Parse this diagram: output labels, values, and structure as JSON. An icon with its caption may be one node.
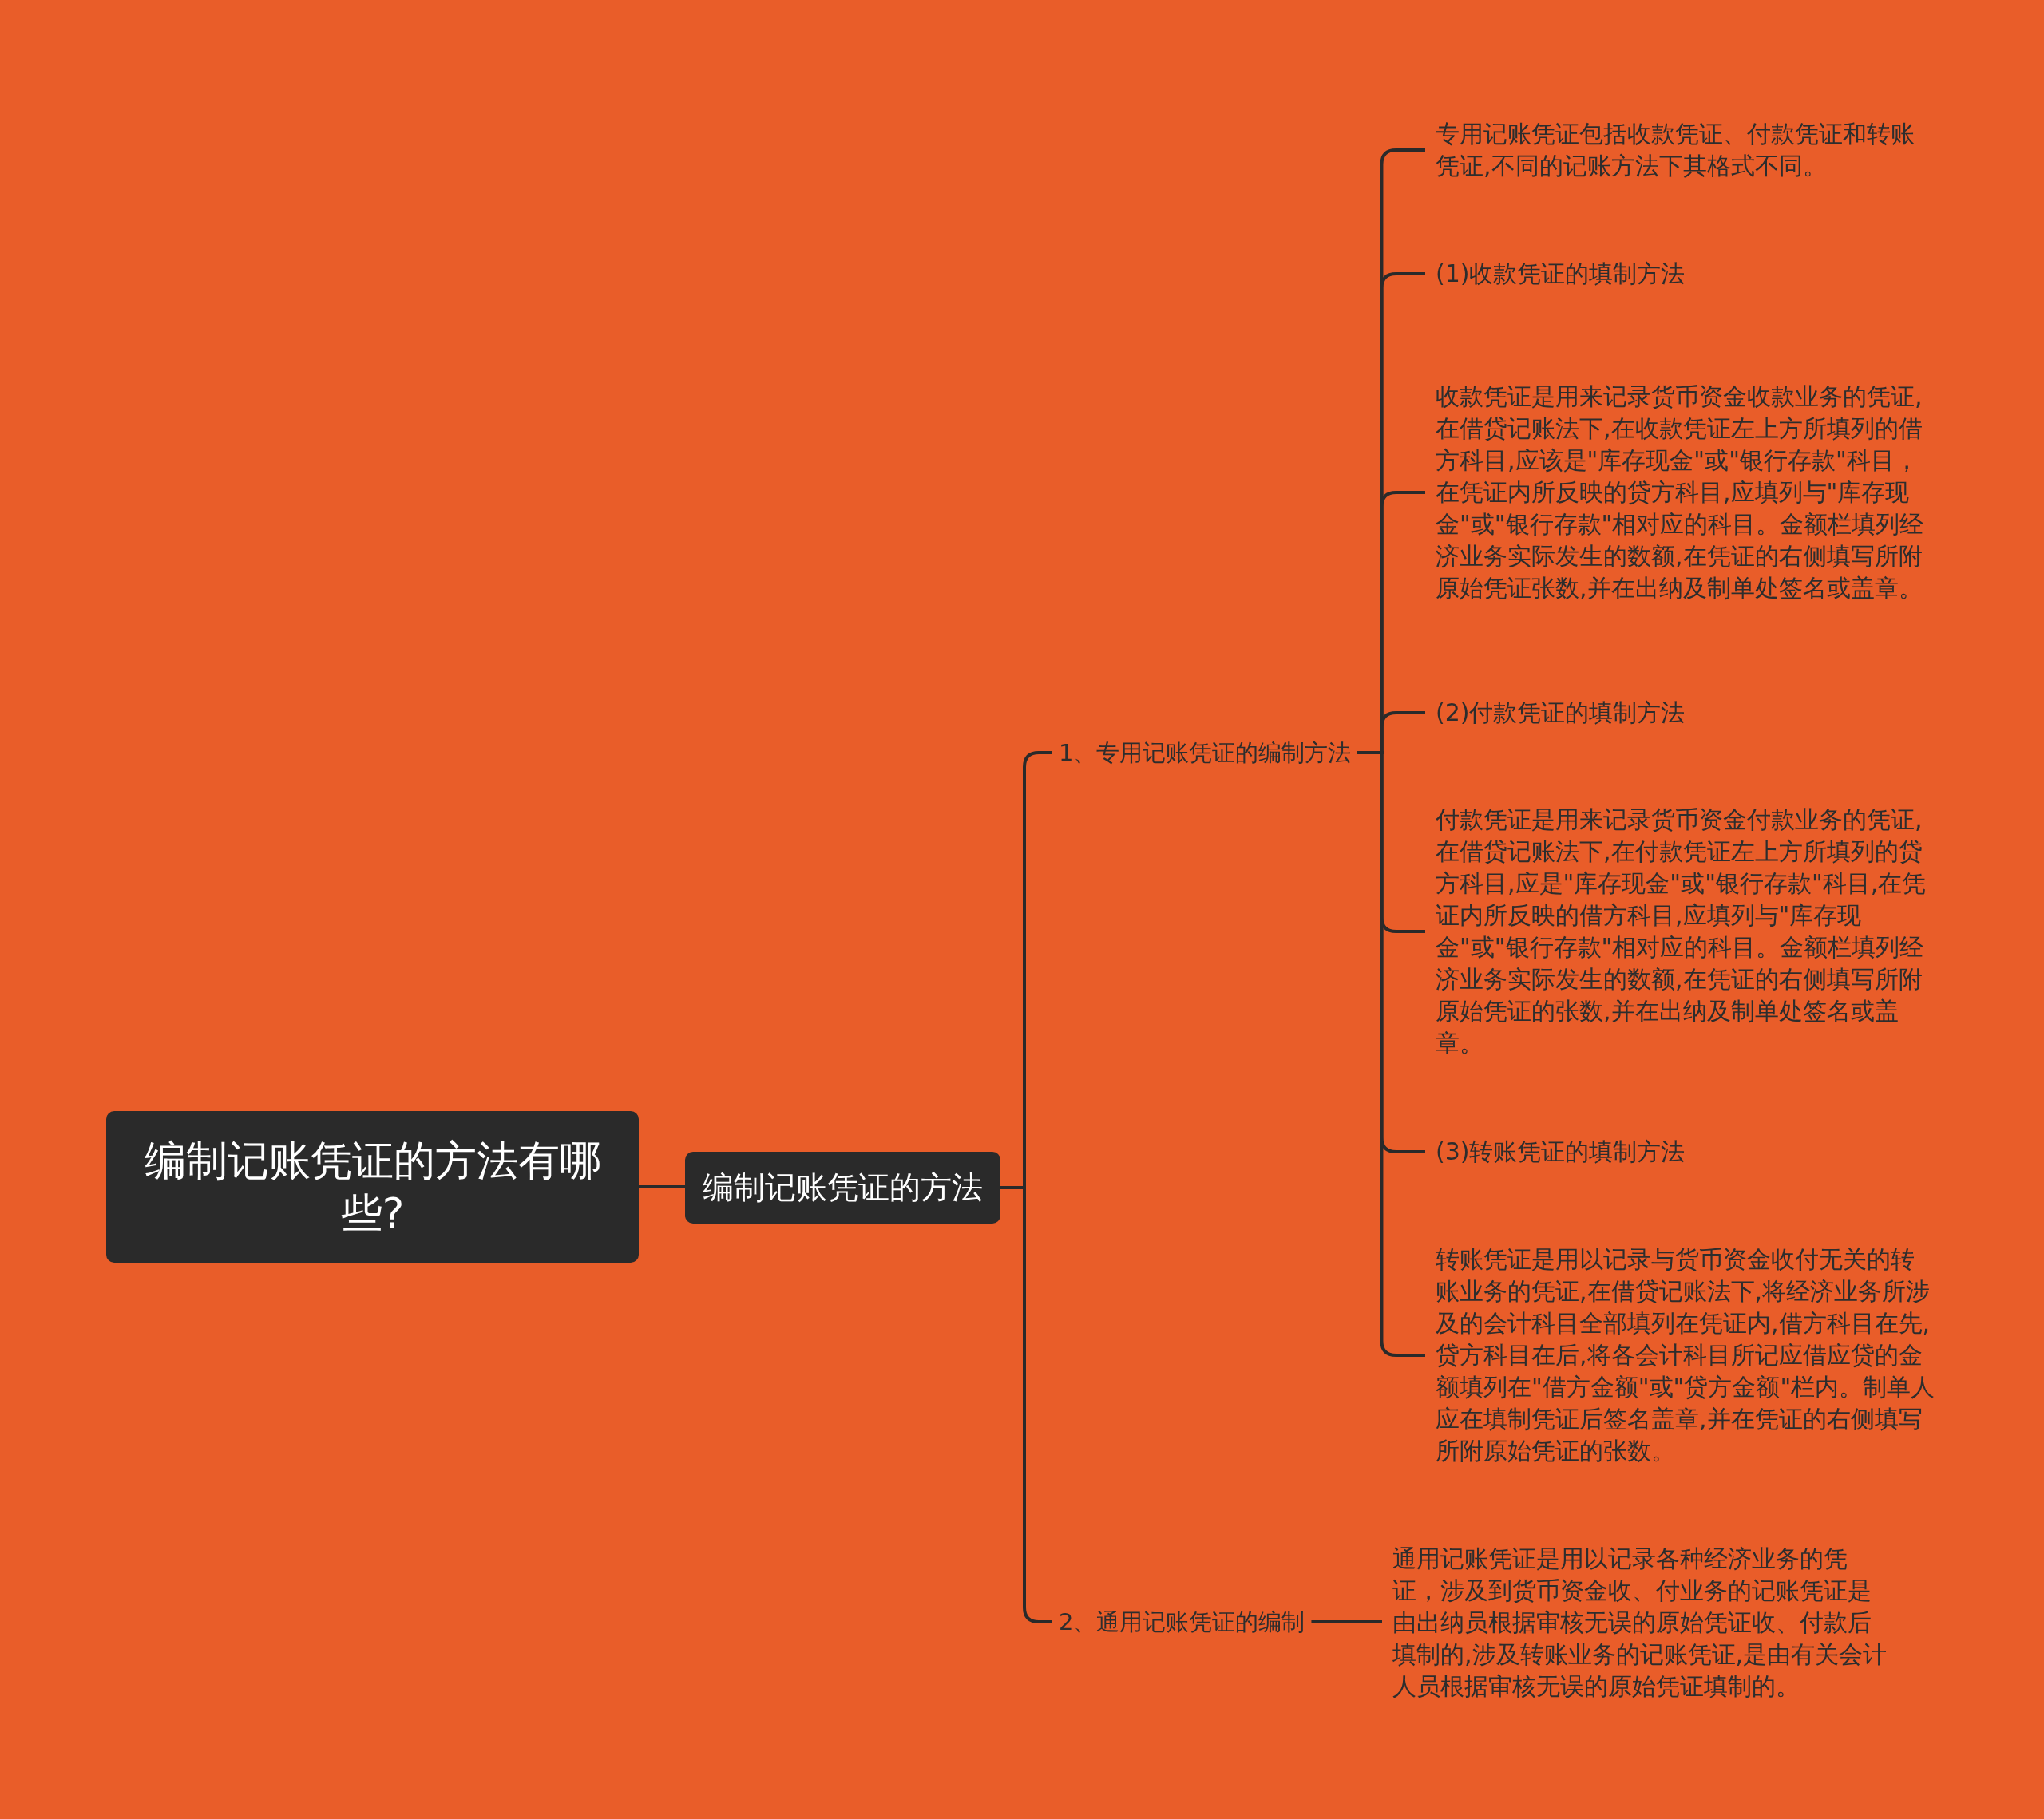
{
  "diagram": {
    "nodes": [
      {
        "text": [
          "编制记账凭证的方法有哪些?"
        ]
      },
      {
        "text": [
          "编制记账凭证的方法"
        ]
      },
      {
        "text": [
          "1、专用记账凭证的编制方法"
        ]
      },
      {
        "text": [
          "2、通用记账凭证的编制"
        ]
      },
      {
        "text": [
          "专用记账凭证包括收款凭证、付款凭证和转账凭证,不同的记账方法下其格式不同。"
        ]
      },
      {
        "text": [
          "(1)收款凭证的填制方法"
        ]
      },
      {
        "text": [
          "收款凭证是用来记录货币资金收款业务的凭证,在借贷记账法下,在收款凭证左上方所填列的借方科目,应该是\"库存现金\"或\"银行存款\"科目，在凭证内所反映的贷方科目,应填列与\"库存现金\"或\"银行存款\"相对应的科目。金额栏填列经济业务实际发生的数额,在凭证的右侧填写所附原始凭证张数,并在出纳及制单处签名或盖章。"
        ]
      },
      {
        "text": [
          "(2)付款凭证的填制方法"
        ]
      },
      {
        "text": [
          "付款凭证是用来记录货币资金付款业务的凭证,在借贷记账法下,在付款凭证左上方所填列的贷方科目,应是\"库存现金\"或\"银行存款\"科目,在凭证内所反映的借方科目,应填列与\"库存现金\"或\"银行存款\"相对应的科目。金额栏填列经济业务实际发生的数额,在凭证的右侧填写所附原始凭证的张数,并在出纳及制单处签名或盖章。"
        ]
      },
      {
        "text": [
          "(3)转账凭证的填制方法"
        ]
      },
      {
        "text": [
          "转账凭证是用以记录与货币资金收付无关的转账业务的凭证,在借贷记账法下,将经济业务所涉及的会计科目全部填列在凭证内,借方科目在先,贷方科目在后,将各会计科目所记应借应贷的金额填列在\"借方金额\"或\"贷方金额\"栏内。制单人应在填制凭证后签名盖章,并在凭证的右侧填写所附原始凭证的张数。"
        ]
      },
      {
        "text": [
          "通用记账凭证是用以记录各种经济业务的凭证，涉及到货币资金收、付业务的记账凭证是由出纳员根据审核无误的原始凭证收、付款后填制的,涉及转账业务的记账凭证,是由有关会计人员根据审核无误的原始凭证填制的。"
        ]
      }
    ],
    "edges": [
      {
        "from": 0,
        "to": 1,
        "arrow": "none"
      },
      {
        "from": 1,
        "to": 2,
        "arrow": "none"
      },
      {
        "from": 1,
        "to": 3,
        "arrow": "none"
      },
      {
        "from": 2,
        "to": 4,
        "arrow": "none"
      },
      {
        "from": 2,
        "to": 5,
        "arrow": "none"
      },
      {
        "from": 2,
        "to": 6,
        "arrow": "none"
      },
      {
        "from": 2,
        "to": 7,
        "arrow": "none"
      },
      {
        "from": 2,
        "to": 8,
        "arrow": "none"
      },
      {
        "from": 2,
        "to": 9,
        "arrow": "none"
      },
      {
        "from": 2,
        "to": 10,
        "arrow": "none"
      },
      {
        "from": 3,
        "to": 11,
        "arrow": "none"
      }
    ]
  }
}
